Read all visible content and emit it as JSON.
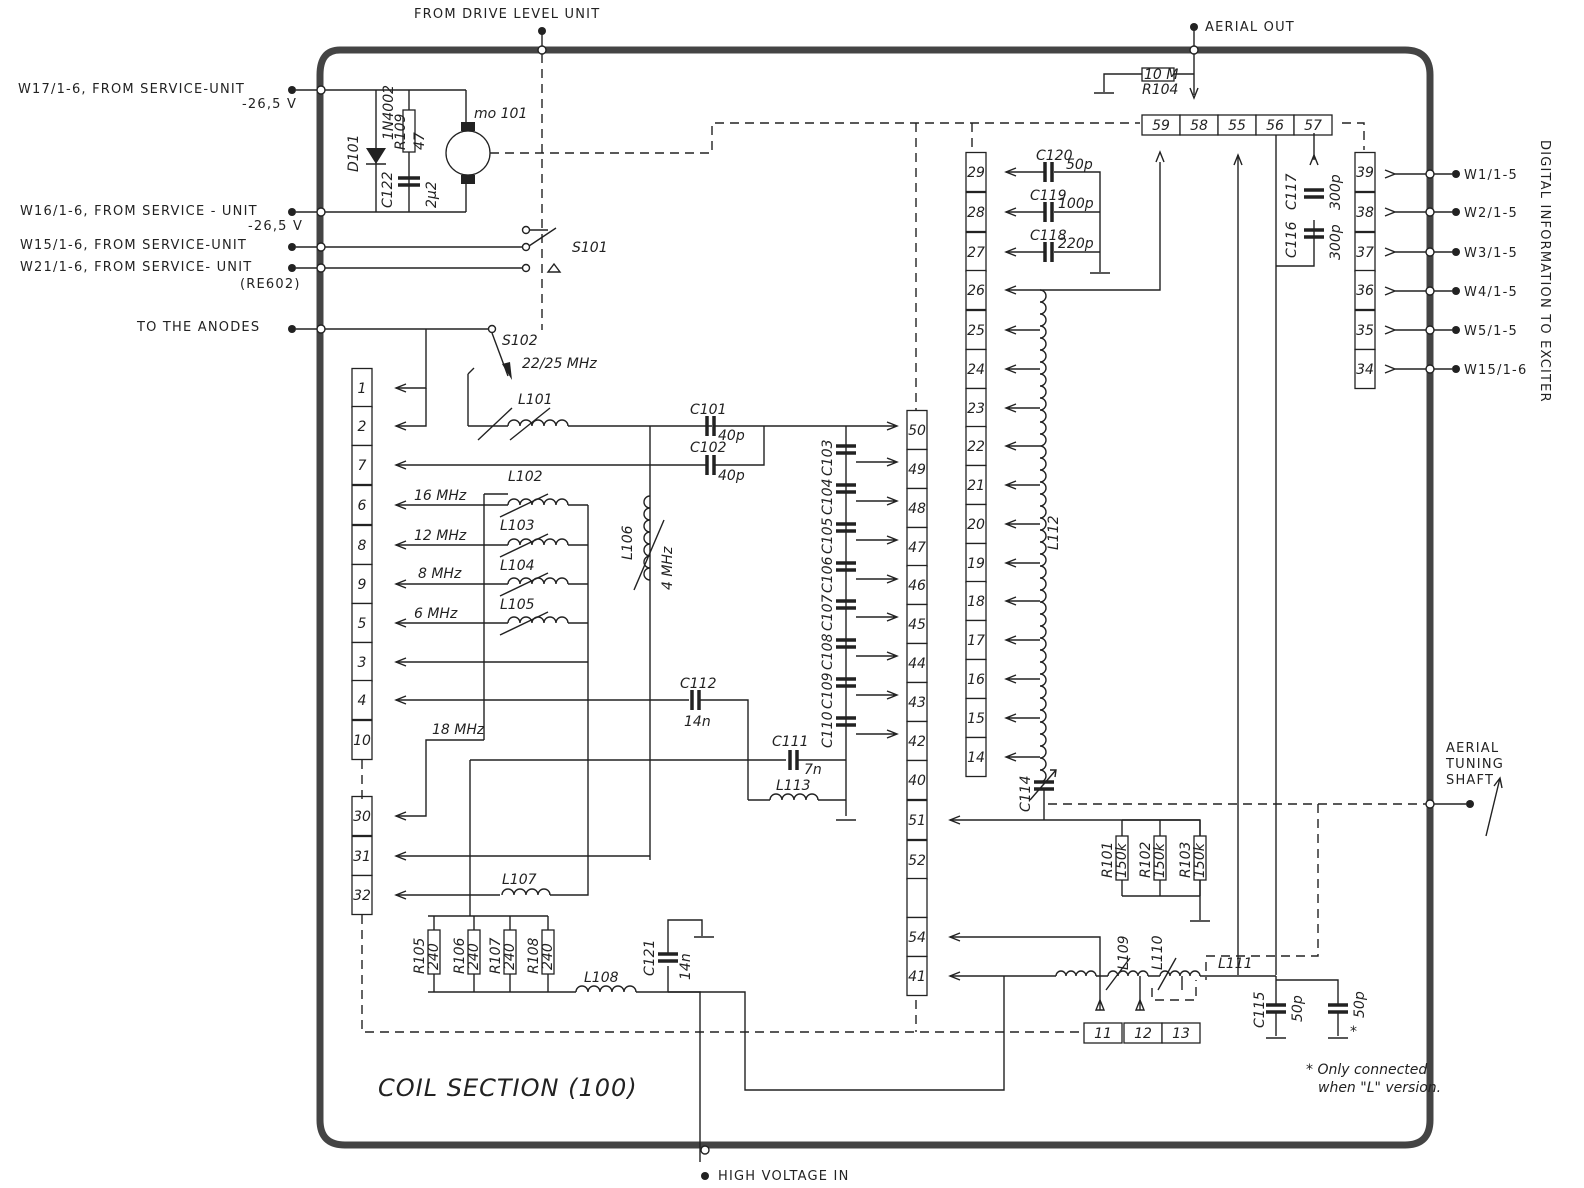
{
  "diagram": {
    "title": "COIL SECTION (100)",
    "footnote": [
      "* Only connected",
      "when \"L\" version."
    ]
  },
  "external_labels": {
    "from_drive": "FROM DRIVE LEVEL UNIT",
    "aerial_out": "AERIAL OUT",
    "w17": "W17/1-6, FROM SERVICE-UNIT",
    "w17_v": "-26,5 V",
    "w16": "W16/1-6, FROM SERVICE - UNIT",
    "w16_v": "-26,5 V",
    "w15": "W15/1-6, FROM SERVICE-UNIT",
    "w21": "W21/1-6, FROM SERVICE- UNIT",
    "re602": "(RE602)",
    "anodes": "TO THE ANODES",
    "digital": "DIGITAL INFORMATION TO EXCITER",
    "aerial_tuning": [
      "AERIAL",
      "TUNING",
      "SHAFT"
    ],
    "high_voltage": "HIGH VOLTAGE IN"
  },
  "exciter_inputs": [
    "W1/1-5",
    "W2/1-5",
    "W3/1-5",
    "W4/1-5",
    "W5/1-5",
    "W15/1-6"
  ],
  "strips": {
    "left_upper": [
      "1",
      "2",
      "7",
      "6",
      "8",
      "9",
      "5",
      "3",
      "4",
      "10"
    ],
    "left_lower": [
      "30",
      "31",
      "32"
    ],
    "center": [
      "50",
      "49",
      "48",
      "47",
      "46",
      "45",
      "44",
      "43",
      "42",
      "40",
      "51",
      "52",
      "",
      "54",
      "41"
    ],
    "l112_taps": [
      "29",
      "28",
      "27",
      "26",
      "25",
      "24",
      "23",
      "22",
      "21",
      "20",
      "19",
      "18",
      "17",
      "16",
      "15",
      "14"
    ],
    "top": [
      "59",
      "58",
      "55",
      "56",
      "57"
    ],
    "right": [
      "39",
      "38",
      "37",
      "36",
      "35",
      "34"
    ],
    "bottom": [
      "11",
      "12",
      "13"
    ]
  },
  "components": {
    "mo101": "mo 101",
    "d101": "D101",
    "in4002": "1N4002",
    "r109": "R109",
    "r109_v": "47",
    "c122": "C122",
    "c122_v": "2µ2",
    "s101": "S101",
    "s102": "S102",
    "s102_freq": "22/25 MHz",
    "r104": "R104",
    "r104_v": "10 M",
    "l101": "L101",
    "l102": "L102",
    "l103": "L103",
    "l104": "L104",
    "l105": "L105",
    "l106": "L106",
    "l106_f": "4 MHz",
    "l107": "L107",
    "l108": "L108",
    "l109": "L109",
    "l110": "L110",
    "l111": "L111",
    "l112": "L112",
    "l113": "L113",
    "f16": "16 MHz",
    "f12": "12 MHz",
    "f8": "8 MHz",
    "f6": "6 MHz",
    "f18": "18 MHz",
    "c101": "C101",
    "c101_v": "40p",
    "c102": "C102",
    "c102_v": "40p",
    "c111": "C111",
    "c111_v": "7n",
    "c112": "C112",
    "c112_v": "14n",
    "c114": "C114",
    "c115": "C115",
    "c115_v": "50p",
    "c116": "C116",
    "c116_v": "300p",
    "c117": "C117",
    "c117_v": "300p",
    "c118": "C118",
    "c118_v": "220p",
    "c119": "C119",
    "c119_v": "100p",
    "c120": "C120",
    "c120_v": "50p",
    "c121": "C121",
    "c121_v": "14n",
    "cstar_v": "50p",
    "cstar_mark": "*",
    "cap_bank": [
      "C103",
      "C104",
      "C105",
      "C106",
      "C107",
      "C108",
      "C109",
      "C110"
    ],
    "r101": "R101",
    "r102": "R102",
    "r103": "R103",
    "r10x_v": "150k",
    "r105": "R105",
    "r106": "R106",
    "r107": "R107",
    "r108": "R108",
    "r10y_v": "240"
  }
}
